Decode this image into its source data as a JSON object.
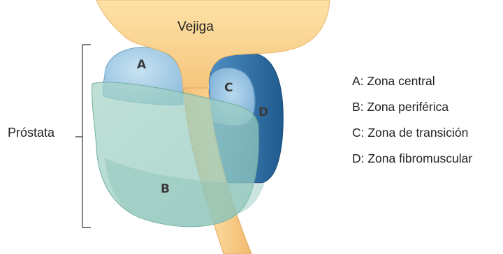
{
  "labels": {
    "bladder": "Vejiga",
    "prostate": "Próstata"
  },
  "regions": {
    "a": "A",
    "b": "B",
    "c": "C",
    "d": "D"
  },
  "legend": [
    "A: Zona central",
    "B: Zona periférica",
    "C: Zona de transición",
    "D: Zona fibromuscular"
  ],
  "colors": {
    "bladder": "#fbd48e",
    "urethra": "#f4c47c",
    "central_zone": "#a9cfe6",
    "peripheral_zone": "#9fcfc3",
    "transition_zone": "#9ec6e4",
    "fibromuscular_zone": "#2f6fa3"
  }
}
